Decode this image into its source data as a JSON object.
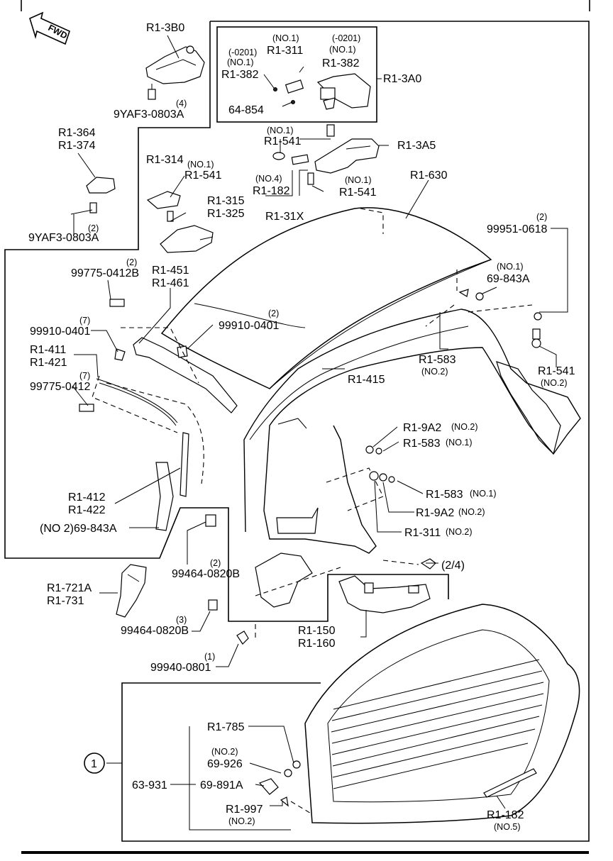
{
  "fwd_label": "FWD",
  "callouts": [
    {
      "id": "r1-3b0",
      "lines": [
        "R1-3B0"
      ]
    },
    {
      "id": "9yaf3-top-qty",
      "lines": [
        "(4)"
      ]
    },
    {
      "id": "9yaf3-top",
      "lines": [
        "9YAF3-0803A"
      ]
    },
    {
      "id": "r1-3a0",
      "lines": [
        "R1-3A0"
      ]
    },
    {
      "id": "no1-a",
      "lines": [
        "(NO.1)"
      ]
    },
    {
      "id": "r1-311-top",
      "lines": [
        "R1-311"
      ]
    },
    {
      "id": "0201-a",
      "lines": [
        "(-0201)"
      ]
    },
    {
      "id": "no1-b",
      "lines": [
        "(NO.1)"
      ]
    },
    {
      "id": "r1-382-right",
      "lines": [
        "R1-382"
      ]
    },
    {
      "id": "0201-b",
      "lines": [
        "(-0201)"
      ]
    },
    {
      "id": "no1-c",
      "lines": [
        "(NO.1)"
      ]
    },
    {
      "id": "r1-382-left",
      "lines": [
        "R1-382"
      ]
    },
    {
      "id": "64-854",
      "lines": [
        "64-854"
      ]
    },
    {
      "id": "no1-d",
      "lines": [
        "(NO.1)"
      ]
    },
    {
      "id": "r1-541-top",
      "lines": [
        "R1-541"
      ]
    },
    {
      "id": "r1-3a5",
      "lines": [
        "R1-3A5"
      ]
    },
    {
      "id": "r1-364",
      "lines": [
        "R1-364",
        "R1-374"
      ]
    },
    {
      "id": "9yaf3-left-qty",
      "lines": [
        "(2)"
      ]
    },
    {
      "id": "9yaf3-left",
      "lines": [
        "9YAF3-0803A"
      ]
    },
    {
      "id": "r1-314",
      "lines": [
        "R1-314"
      ]
    },
    {
      "id": "no1-e",
      "lines": [
        "(NO.1)"
      ]
    },
    {
      "id": "r1-541-mid",
      "lines": [
        "R1-541"
      ]
    },
    {
      "id": "r1-315",
      "lines": [
        "R1-315",
        "R1-325"
      ]
    },
    {
      "id": "no4",
      "lines": [
        "(NO.4)"
      ]
    },
    {
      "id": "r1-182-top",
      "lines": [
        "R1-182"
      ]
    },
    {
      "id": "no1-f",
      "lines": [
        "(NO.1)"
      ]
    },
    {
      "id": "r1-541-right",
      "lines": [
        "R1-541"
      ]
    },
    {
      "id": "r1-31x",
      "lines": [
        "R1-31X"
      ]
    },
    {
      "id": "r1-630",
      "lines": [
        "R1-630"
      ]
    },
    {
      "id": "99951-qty",
      "lines": [
        "(2)"
      ]
    },
    {
      "id": "99951",
      "lines": [
        "99951-0618"
      ]
    },
    {
      "id": "no1-g",
      "lines": [
        "(NO.1)"
      ]
    },
    {
      "id": "69-843a-top",
      "lines": [
        "69-843A"
      ]
    },
    {
      "id": "99775-top-qty",
      "lines": [
        "(2)"
      ]
    },
    {
      "id": "99775-top",
      "lines": [
        "99775-0412B"
      ]
    },
    {
      "id": "r1-451",
      "lines": [
        "R1-451",
        "R1-461"
      ]
    },
    {
      "id": "99910-center-qty",
      "lines": [
        "(2)"
      ]
    },
    {
      "id": "99910-center",
      "lines": [
        "99910-0401"
      ]
    },
    {
      "id": "99910-left-qty",
      "lines": [
        "(7)"
      ]
    },
    {
      "id": "99910-left",
      "lines": [
        "99910-0401"
      ]
    },
    {
      "id": "r1-411",
      "lines": [
        "R1-411",
        "R1-421"
      ]
    },
    {
      "id": "99775-left-qty",
      "lines": [
        "(7)"
      ]
    },
    {
      "id": "99775-left",
      "lines": [
        "99775-0412"
      ]
    },
    {
      "id": "r1-583-mid",
      "lines": [
        "R1-583"
      ]
    },
    {
      "id": "no2-a",
      "lines": [
        "(NO.2)"
      ]
    },
    {
      "id": "r1-415",
      "lines": [
        "R1-415"
      ]
    },
    {
      "id": "r1-541-low",
      "lines": [
        "R1-541"
      ]
    },
    {
      "id": "no2-b",
      "lines": [
        "(NO.2)"
      ]
    },
    {
      "id": "r1-9a2-a",
      "lines": [
        "R1-9A2"
      ]
    },
    {
      "id": "no2-c",
      "lines": [
        "(NO.2)"
      ]
    },
    {
      "id": "r1-583-a",
      "lines": [
        "R1-583"
      ]
    },
    {
      "id": "no1-h",
      "lines": [
        "(NO.1)"
      ]
    },
    {
      "id": "r1-583-b",
      "lines": [
        "R1-583"
      ]
    },
    {
      "id": "no1-i",
      "lines": [
        "(NO.1)"
      ]
    },
    {
      "id": "r1-9a2-b",
      "lines": [
        "R1-9A2"
      ]
    },
    {
      "id": "no2-d",
      "lines": [
        "(NO.2)"
      ]
    },
    {
      "id": "r1-311-low",
      "lines": [
        "R1-311"
      ]
    },
    {
      "id": "no2-e",
      "lines": [
        "(NO.2)"
      ]
    },
    {
      "id": "r1-412",
      "lines": [
        "R1-412",
        "R1-422"
      ]
    },
    {
      "id": "no2-69843a",
      "lines": [
        "(NO 2)69-843A"
      ]
    },
    {
      "id": "99464-a-qty",
      "lines": [
        "(2)"
      ]
    },
    {
      "id": "99464-a",
      "lines": [
        "99464-0820B"
      ]
    },
    {
      "id": "ref-2-4",
      "lines": [
        "(2/4)"
      ]
    },
    {
      "id": "r1-721a",
      "lines": [
        "R1-721A",
        "R1-731"
      ]
    },
    {
      "id": "99464-b-qty",
      "lines": [
        "(3)"
      ]
    },
    {
      "id": "99464-b",
      "lines": [
        "99464-0820B"
      ]
    },
    {
      "id": "r1-150",
      "lines": [
        "R1-150",
        "R1-160"
      ]
    },
    {
      "id": "99940-qty",
      "lines": [
        "(1)"
      ]
    },
    {
      "id": "99940",
      "lines": [
        "99940-0801"
      ]
    },
    {
      "id": "r1-785",
      "lines": [
        "R1-785"
      ]
    },
    {
      "id": "no2-f",
      "lines": [
        "(NO.2)"
      ]
    },
    {
      "id": "69-926",
      "lines": [
        "69-926"
      ]
    },
    {
      "id": "63-931",
      "lines": [
        "63-931"
      ]
    },
    {
      "id": "69-891a",
      "lines": [
        "69-891A"
      ]
    },
    {
      "id": "r1-997",
      "lines": [
        "R1-997"
      ]
    },
    {
      "id": "no2-g",
      "lines": [
        "(NO.2)"
      ]
    },
    {
      "id": "r1-182-low",
      "lines": [
        "R1-182"
      ]
    },
    {
      "id": "no5",
      "lines": [
        "(NO.5)"
      ]
    }
  ],
  "circle_ref": "1"
}
